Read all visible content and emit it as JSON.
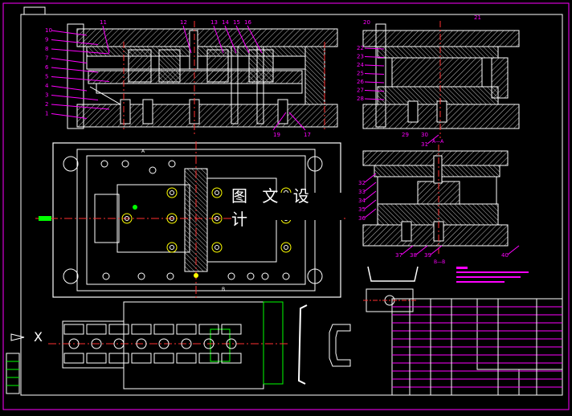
{
  "drawing": {
    "watermark_text": "图 文 设 计",
    "ucs_label": "X",
    "colors": {
      "frame": "#ff00ff",
      "outline": "#ffffff",
      "hatch": "#c0c0c0",
      "centerline": "#ff3030",
      "leader": "#ff00ff",
      "dimension": "#00ff00",
      "hidden": "#ffff00",
      "yellow": "#ffff00"
    },
    "left_callouts": [
      "10",
      "9",
      "8",
      "7",
      "6",
      "5",
      "4",
      "3",
      "2",
      "1"
    ],
    "top_callouts": [
      "11",
      "12",
      "13",
      "14",
      "15",
      "16"
    ],
    "bottom_callouts": [
      "19",
      "17"
    ],
    "side_view_callouts": [
      "20",
      "21",
      "22",
      "23",
      "24",
      "25",
      "26",
      "27",
      "28",
      "29",
      "30"
    ],
    "section_label_aa": "A—A",
    "section_label_bb": "B—B",
    "lower_view_callouts": [
      "31",
      "32",
      "33",
      "34",
      "35",
      "36",
      "37",
      "38",
      "39",
      "40"
    ],
    "title_block_rows": 12
  }
}
